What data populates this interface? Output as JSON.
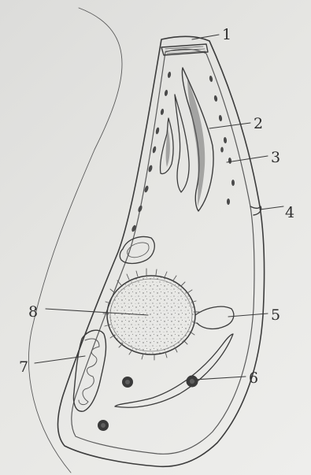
{
  "diagram": {
    "labels": [
      {
        "id": "1",
        "text": "1"
      },
      {
        "id": "2",
        "text": "2"
      },
      {
        "id": "3",
        "text": "3"
      },
      {
        "id": "4",
        "text": "4"
      },
      {
        "id": "5",
        "text": "5"
      },
      {
        "id": "6",
        "text": "6"
      },
      {
        "id": "7",
        "text": "7"
      },
      {
        "id": "8",
        "text": "8"
      }
    ]
  }
}
